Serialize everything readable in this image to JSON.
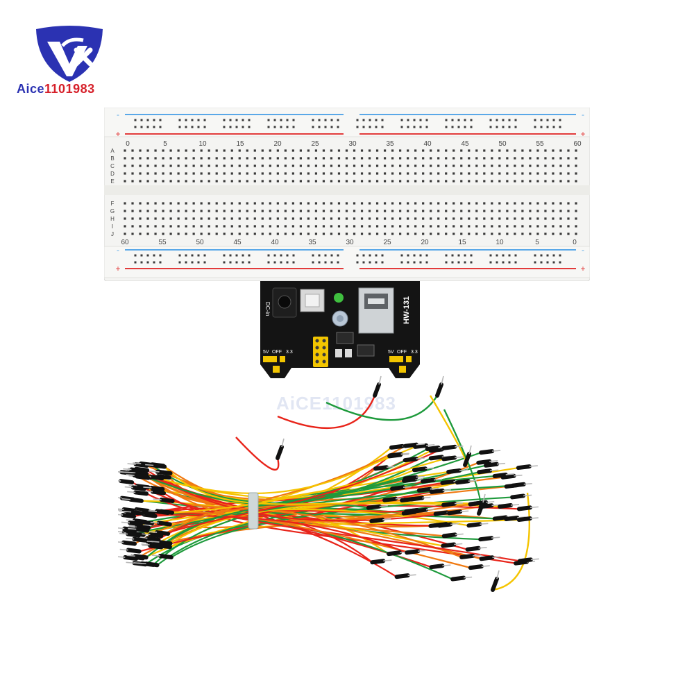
{
  "brand": {
    "logo_text_part1": "Aice",
    "logo_text_part2": "1101983",
    "watermark": "AiCE1101983",
    "colors": {
      "logo_blue": "#2b32b2",
      "logo_red": "#d6202a"
    }
  },
  "breadboard": {
    "top_numbers": [
      "0",
      "5",
      "10",
      "15",
      "20",
      "25",
      "30",
      "35",
      "40",
      "45",
      "50",
      "55",
      "60"
    ],
    "bottom_numbers": [
      "60",
      "55",
      "50",
      "45",
      "40",
      "35",
      "30",
      "25",
      "20",
      "15",
      "10",
      "5",
      "0"
    ],
    "row_letters_top": [
      "A",
      "B",
      "C",
      "D",
      "E"
    ],
    "row_letters_bottom": [
      "F",
      "G",
      "H",
      "I",
      "J"
    ],
    "rail_minus": "-",
    "rail_plus": "+",
    "colors": {
      "body": "#f4f4f2",
      "hole": "#3a3a3a",
      "rail_blue": "#5aa8e8",
      "rail_red": "#e23b3b"
    }
  },
  "power_module": {
    "dc_in_label": "DC-in",
    "model_label": "HW-131",
    "label_5v_left": "5V",
    "label_off_left": "OFF",
    "label_33_left": "3.3",
    "label_5v_right": "5V",
    "label_off_right": "OFF",
    "label_33_right": "3.3",
    "colors": {
      "pcb": "#141414",
      "header": "#f2c500"
    }
  },
  "jumper_wires": {
    "colors": [
      "#e8241a",
      "#f5c400",
      "#1e9a3c",
      "#f07a12"
    ]
  }
}
